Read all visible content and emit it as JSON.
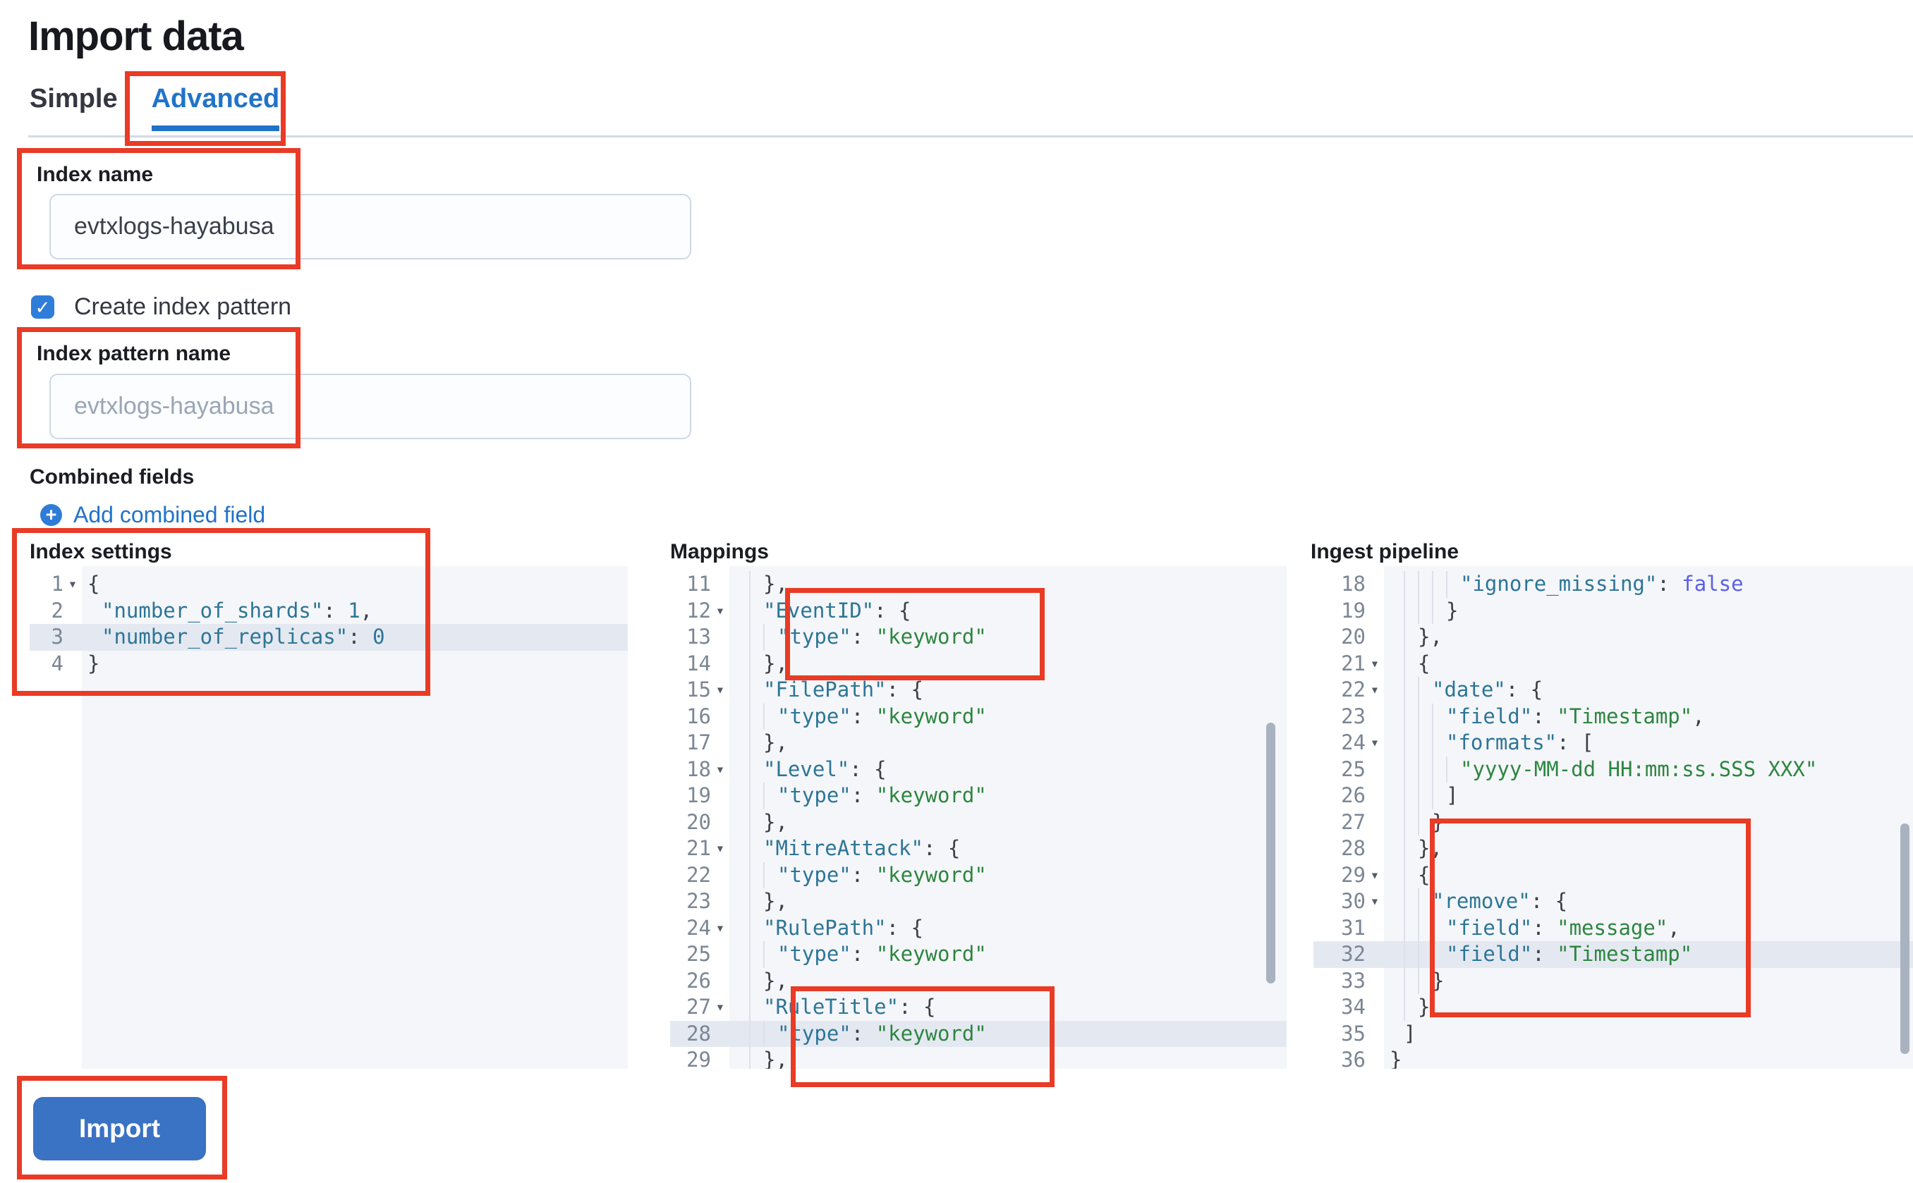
{
  "page": {
    "title": "Import data"
  },
  "tabs": [
    {
      "label": "Simple",
      "active": false
    },
    {
      "label": "Advanced",
      "active": true
    }
  ],
  "form": {
    "index_name": {
      "label": "Index name",
      "value": "evtxlogs-hayabusa"
    },
    "create_index_pattern": {
      "label": "Create index pattern",
      "checked": true,
      "check_glyph": "✓"
    },
    "index_pattern_name": {
      "label": "Index pattern name",
      "value": "",
      "placeholder": "evtxlogs-hayabusa"
    },
    "combined_fields": {
      "label": "Combined fields",
      "add_link": "Add combined field",
      "plus_glyph": "+"
    }
  },
  "editors": [
    {
      "label": "Index settings",
      "lines": [
        {
          "n": "1",
          "fold": true,
          "ind": 0,
          "toks": [
            [
              "p",
              "{"
            ]
          ]
        },
        {
          "n": "2",
          "ind": 1,
          "toks": [
            [
              "k",
              "\"number_of_shards\""
            ],
            [
              "p",
              ": "
            ],
            [
              "n",
              "1"
            ],
            [
              "p",
              ","
            ]
          ]
        },
        {
          "n": "3",
          "ind": 1,
          "hl": true,
          "toks": [
            [
              "k",
              "\"number_of_replicas\""
            ],
            [
              "p",
              ": "
            ],
            [
              "n",
              "0"
            ]
          ]
        },
        {
          "n": "4",
          "ind": 0,
          "toks": [
            [
              "p",
              "}"
            ]
          ]
        }
      ]
    },
    {
      "label": "Mappings",
      "lines": [
        {
          "n": "11",
          "ind": 2,
          "toks": [
            [
              "p",
              "},"
            ]
          ]
        },
        {
          "n": "12",
          "fold": true,
          "ind": 2,
          "toks": [
            [
              "k",
              "\"EventID\""
            ],
            [
              "p",
              ": {"
            ]
          ]
        },
        {
          "n": "13",
          "ind": 3,
          "toks": [
            [
              "k",
              "\"type\""
            ],
            [
              "p",
              ": "
            ],
            [
              "s",
              "\"keyword\""
            ]
          ]
        },
        {
          "n": "14",
          "ind": 2,
          "toks": [
            [
              "p",
              "},"
            ]
          ]
        },
        {
          "n": "15",
          "fold": true,
          "ind": 2,
          "toks": [
            [
              "k",
              "\"FilePath\""
            ],
            [
              "p",
              ": {"
            ]
          ]
        },
        {
          "n": "16",
          "ind": 3,
          "toks": [
            [
              "k",
              "\"type\""
            ],
            [
              "p",
              ": "
            ],
            [
              "s",
              "\"keyword\""
            ]
          ]
        },
        {
          "n": "17",
          "ind": 2,
          "toks": [
            [
              "p",
              "},"
            ]
          ]
        },
        {
          "n": "18",
          "fold": true,
          "ind": 2,
          "toks": [
            [
              "k",
              "\"Level\""
            ],
            [
              "p",
              ": {"
            ]
          ]
        },
        {
          "n": "19",
          "ind": 3,
          "toks": [
            [
              "k",
              "\"type\""
            ],
            [
              "p",
              ": "
            ],
            [
              "s",
              "\"keyword\""
            ]
          ]
        },
        {
          "n": "20",
          "ind": 2,
          "toks": [
            [
              "p",
              "},"
            ]
          ]
        },
        {
          "n": "21",
          "fold": true,
          "ind": 2,
          "toks": [
            [
              "k",
              "\"MitreAttack\""
            ],
            [
              "p",
              ": {"
            ]
          ]
        },
        {
          "n": "22",
          "ind": 3,
          "toks": [
            [
              "k",
              "\"type\""
            ],
            [
              "p",
              ": "
            ],
            [
              "s",
              "\"keyword\""
            ]
          ]
        },
        {
          "n": "23",
          "ind": 2,
          "toks": [
            [
              "p",
              "},"
            ]
          ]
        },
        {
          "n": "24",
          "fold": true,
          "ind": 2,
          "toks": [
            [
              "k",
              "\"RulePath\""
            ],
            [
              "p",
              ": {"
            ]
          ]
        },
        {
          "n": "25",
          "ind": 3,
          "toks": [
            [
              "k",
              "\"type\""
            ],
            [
              "p",
              ": "
            ],
            [
              "s",
              "\"keyword\""
            ]
          ]
        },
        {
          "n": "26",
          "ind": 2,
          "toks": [
            [
              "p",
              "},"
            ]
          ]
        },
        {
          "n": "27",
          "fold": true,
          "ind": 2,
          "toks": [
            [
              "k",
              "\"RuleTitle\""
            ],
            [
              "p",
              ": {"
            ]
          ]
        },
        {
          "n": "28",
          "ind": 3,
          "hl": true,
          "toks": [
            [
              "k",
              "\"type\""
            ],
            [
              "p",
              ": "
            ],
            [
              "s",
              "\"keyword\""
            ]
          ]
        },
        {
          "n": "29",
          "ind": 2,
          "toks": [
            [
              "p",
              "},"
            ]
          ]
        }
      ]
    },
    {
      "label": "Ingest pipeline",
      "lines": [
        {
          "n": "18",
          "ind": 5,
          "toks": [
            [
              "k",
              "\"ignore_missing\""
            ],
            [
              "p",
              ": "
            ],
            [
              "c",
              "false"
            ]
          ]
        },
        {
          "n": "19",
          "ind": 4,
          "toks": [
            [
              "p",
              "}"
            ]
          ]
        },
        {
          "n": "20",
          "ind": 2,
          "toks": [
            [
              "p",
              "},"
            ]
          ]
        },
        {
          "n": "21",
          "fold": true,
          "ind": 2,
          "toks": [
            [
              "p",
              "{"
            ]
          ]
        },
        {
          "n": "22",
          "fold": true,
          "ind": 3,
          "toks": [
            [
              "k",
              "\"date\""
            ],
            [
              "p",
              ": {"
            ]
          ]
        },
        {
          "n": "23",
          "ind": 4,
          "toks": [
            [
              "k",
              "\"field\""
            ],
            [
              "p",
              ": "
            ],
            [
              "s",
              "\"Timestamp\""
            ],
            [
              "p",
              ","
            ]
          ]
        },
        {
          "n": "24",
          "fold": true,
          "ind": 4,
          "toks": [
            [
              "k",
              "\"formats\""
            ],
            [
              "p",
              ": ["
            ]
          ]
        },
        {
          "n": "25",
          "ind": 5,
          "toks": [
            [
              "s",
              "\"yyyy-MM-dd HH:mm:ss.SSS XXX\""
            ]
          ]
        },
        {
          "n": "26",
          "ind": 4,
          "toks": [
            [
              "p",
              "]"
            ]
          ]
        },
        {
          "n": "27",
          "ind": 3,
          "toks": [
            [
              "p",
              "}"
            ]
          ]
        },
        {
          "n": "28",
          "ind": 2,
          "toks": [
            [
              "p",
              "},"
            ]
          ]
        },
        {
          "n": "29",
          "fold": true,
          "ind": 2,
          "toks": [
            [
              "p",
              "{"
            ]
          ]
        },
        {
          "n": "30",
          "fold": true,
          "ind": 3,
          "toks": [
            [
              "k",
              "\"remove\""
            ],
            [
              "p",
              ": {"
            ]
          ]
        },
        {
          "n": "31",
          "ind": 4,
          "toks": [
            [
              "k",
              "\"field\""
            ],
            [
              "p",
              ": "
            ],
            [
              "s",
              "\"message\""
            ],
            [
              "p",
              ","
            ]
          ]
        },
        {
          "n": "32",
          "ind": 4,
          "hl": true,
          "toks": [
            [
              "k",
              "\"field\""
            ],
            [
              "p",
              ": "
            ],
            [
              "s",
              "\"Timestamp\""
            ]
          ]
        },
        {
          "n": "33",
          "ind": 3,
          "toks": [
            [
              "p",
              "}"
            ]
          ]
        },
        {
          "n": "34",
          "ind": 2,
          "toks": [
            [
              "p",
              "}"
            ]
          ]
        },
        {
          "n": "35",
          "ind": 1,
          "toks": [
            [
              "p",
              "]"
            ]
          ]
        },
        {
          "n": "36",
          "ind": 0,
          "toks": [
            [
              "p",
              "}"
            ]
          ]
        }
      ]
    }
  ],
  "import_button": {
    "label": "Import"
  },
  "colors": {
    "accent_blue": "#2173c8",
    "checkbox_blue": "#2f7dd9",
    "button_blue": "#3a72c4",
    "annotation_red": "#e93b25",
    "code_key": "#2d7596",
    "code_string": "#2e8540",
    "code_constant": "#5c5fe8",
    "active_line": "#e4e9f1"
  }
}
